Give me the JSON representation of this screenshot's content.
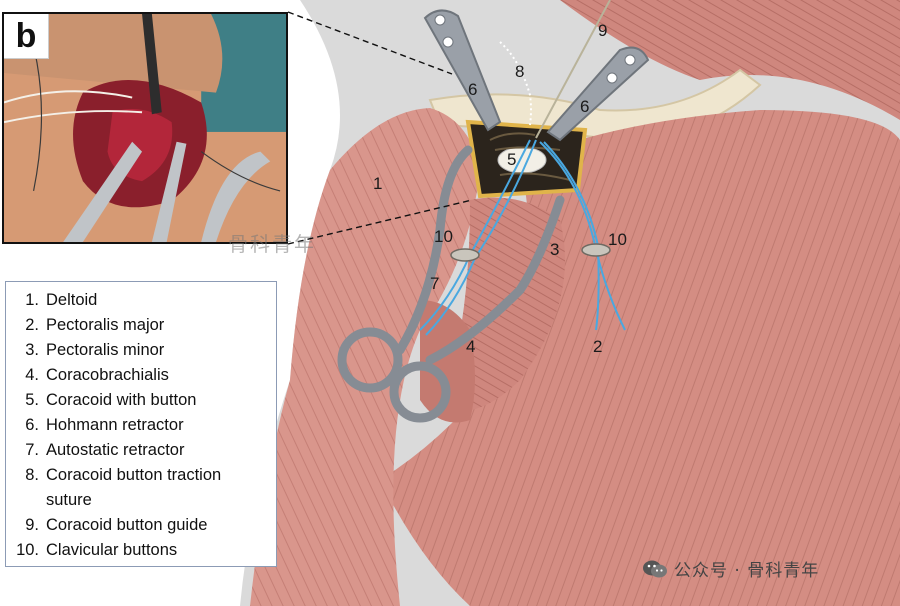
{
  "figure": {
    "panel_label": "b",
    "legend": [
      {
        "num": "1.",
        "text": "Deltoid"
      },
      {
        "num": "2.",
        "text": "Pectoralis major"
      },
      {
        "num": "3.",
        "text": "Pectoralis minor"
      },
      {
        "num": "4.",
        "text": "Coracobrachialis"
      },
      {
        "num": "5.",
        "text": "Coracoid with button"
      },
      {
        "num": "6.",
        "text": "Hohmann retractor"
      },
      {
        "num": "7.",
        "text": "Autostatic retractor"
      },
      {
        "num": "8.",
        "text": "Coracoid button traction suture"
      },
      {
        "num": "9.",
        "text": "Coracoid button guide"
      },
      {
        "num": "10.",
        "text": "Clavicular buttons"
      }
    ],
    "callouts": {
      "deltoid": "1",
      "pec_major": "2",
      "pec_minor": "3",
      "coracobrachialis": "4",
      "coracoid": "5",
      "hohmann_left": "6",
      "hohmann_right": "6",
      "autostatic": "7",
      "traction_suture": "8",
      "guide": "9",
      "clav_button_left": "10",
      "clav_button_right": "10"
    },
    "watermark": "公众号 · 骨科青年",
    "faint_watermark": "骨科青年",
    "colors": {
      "muscle": "#d9968c",
      "muscle_dark": "#b8675e",
      "retractor": "#8e949c",
      "suture_blue": "#4aa8e0",
      "bone": "#efe6cf"
    }
  }
}
